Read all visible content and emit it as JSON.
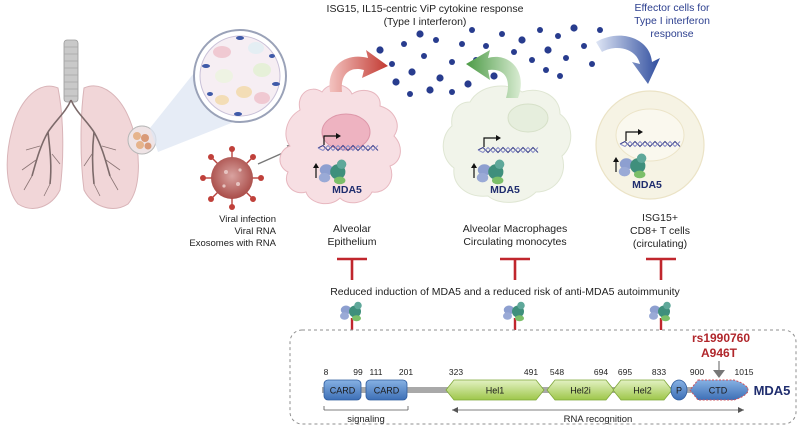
{
  "top_label_1": "ISG15, IL15-centric ViP cytokine response",
  "top_label_2": "(Type I interferon)",
  "effector_1": "Effector cells for",
  "effector_2": "Type I interferon",
  "effector_3": "response",
  "virus_labels": [
    "Viral infection",
    "Viral RNA",
    "Exosomes with RNA"
  ],
  "mda5_label": "MDA5",
  "cells": [
    {
      "line1": "Alveolar",
      "line2": "Epithelium",
      "line3": ""
    },
    {
      "line1": "Alveolar Macrophages",
      "line2": "Circulating monocytes",
      "line3": ""
    },
    {
      "line1": "ISG15+",
      "line2": "CD8+ T cells",
      "line3": "(circulating)"
    }
  ],
  "reduced_text": "Reduced induction of MDA5 and a reduced risk of anti-MDA5 autoimmunity",
  "snp": {
    "id": "rs1990760",
    "variant": "A946T"
  },
  "protein": {
    "name": "MDA5",
    "domains": [
      {
        "name": "CARD",
        "start": "8",
        "end": "99"
      },
      {
        "name": "CARD",
        "start": "111",
        "end": "201"
      },
      {
        "name": "Hel1",
        "start": "323",
        "end": "491"
      },
      {
        "name": "Hel2i",
        "start": "548",
        "end": "694"
      },
      {
        "name": "Hel2",
        "start": "695",
        "end": "833"
      },
      {
        "name": "P",
        "start": "",
        "end": ""
      },
      {
        "name": "CTD",
        "start": "900",
        "end": "1015"
      }
    ],
    "regions": {
      "signaling": "signaling",
      "rna": "RNA recognition"
    }
  },
  "colors": {
    "card": "#5a8fd0",
    "helicase": "#a9cf52",
    "ctd": "#4f7fd6",
    "snp_red": "#b0262b",
    "inhibit_red": "#c0262d",
    "epithelium_fill": "#f7dfe3",
    "macrophage_fill": "#f1f4ea",
    "tcell_fill": "#f6f3e4",
    "dot_blue": "#283c8e"
  }
}
